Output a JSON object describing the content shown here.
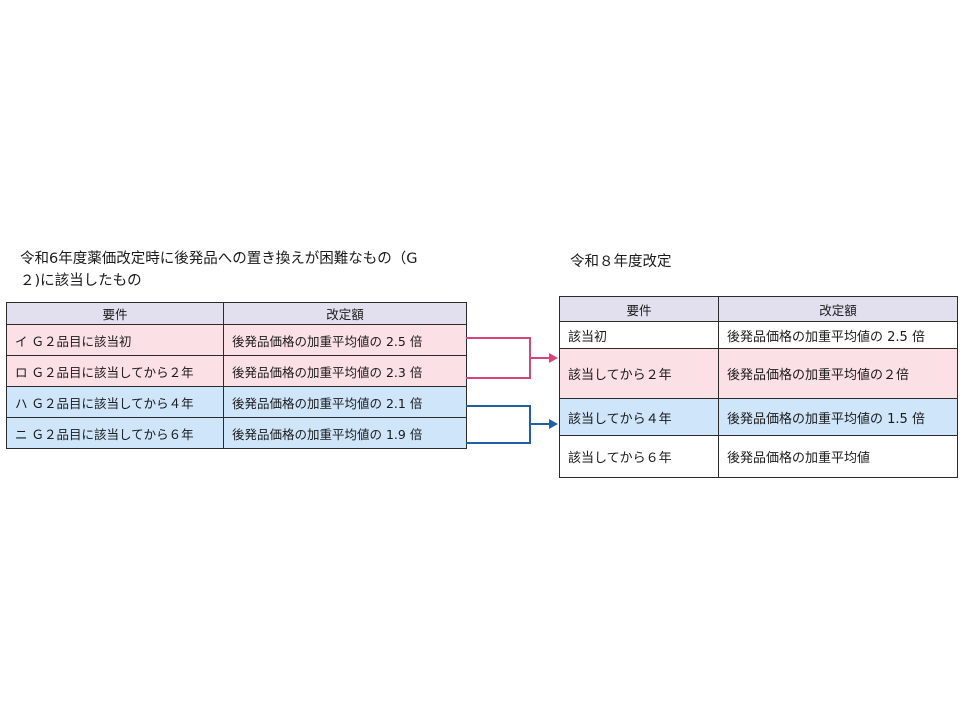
{
  "left": {
    "title": "令和6年度薬価改定時に後発品への置き換えが困難なもの（G２)に該当したもの",
    "headers": [
      "要件",
      "改定額"
    ],
    "rows": [
      {
        "req": "イ Ｇ２品目に該当初",
        "amount": "後発品価格の加重平均値の 2.5 倍",
        "group": "pink"
      },
      {
        "req": "ロ Ｇ２品目に該当してから２年",
        "amount": "後発品価格の加重平均値の 2.3 倍",
        "group": "pink"
      },
      {
        "req": "ハ Ｇ２品目に該当してから４年",
        "amount": "後発品価格の加重平均値の 2.1 倍",
        "group": "blue"
      },
      {
        "req": "ニ Ｇ２品目に該当してから６年",
        "amount": "後発品価格の加重平均値の 1.9 倍",
        "group": "blue"
      }
    ]
  },
  "right": {
    "title": "令和８年度改定",
    "headers": [
      "要件",
      "改定額"
    ],
    "rows": [
      {
        "req": "該当初",
        "amount": "後発品価格の加重平均値の 2.5 倍",
        "group": "white"
      },
      {
        "req": "該当してから２年",
        "amount": "後発品価格の加重平均値の２倍",
        "group": "pink"
      },
      {
        "req": "該当してから４年",
        "amount": "後発品価格の加重平均値の 1.5 倍",
        "group": "blue"
      },
      {
        "req": "該当してから６年",
        "amount": "後発品価格の加重平均値",
        "group": "white"
      }
    ]
  },
  "colors": {
    "pink_fill": "#fbe0e5",
    "blue_fill": "#cfe5f9",
    "header_fill": "#e2e0ee",
    "pink_arrow": "#d6457a",
    "blue_arrow": "#1f5fa8"
  }
}
